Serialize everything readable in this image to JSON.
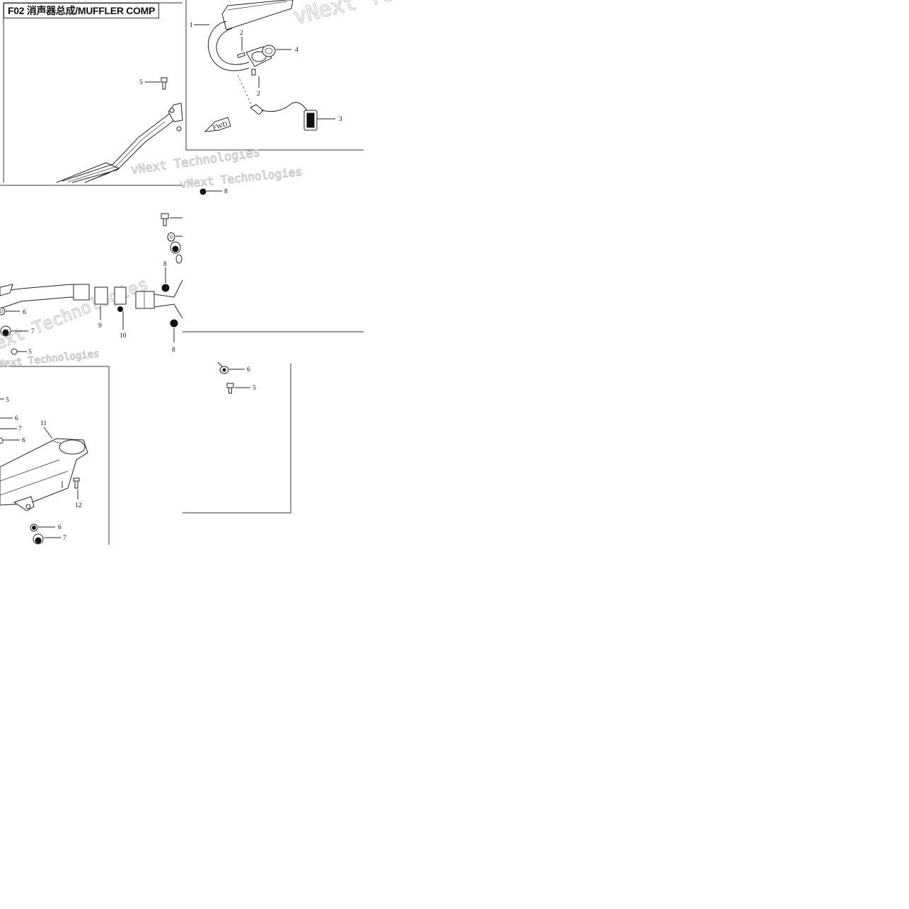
{
  "title": "F02 消声器总成/MUFFLER COMP",
  "direction_marker": "FWD",
  "watermark": "vNext Technologies",
  "callouts": {
    "p1": "1",
    "p2a": "2",
    "p2b": "2",
    "p3": "3",
    "p4": "4",
    "p5a": "5",
    "p5b": "5",
    "p5c": "5",
    "p6a": "6",
    "p6b": "6",
    "p6c": "6",
    "p6d": "6",
    "p6e": "6",
    "p7a": "7",
    "p7b": "7",
    "p7c": "7",
    "p8a": "8",
    "p8b": "8",
    "p8c": "8",
    "p9": "9",
    "p10": "10",
    "p11": "11",
    "p12": "12"
  }
}
